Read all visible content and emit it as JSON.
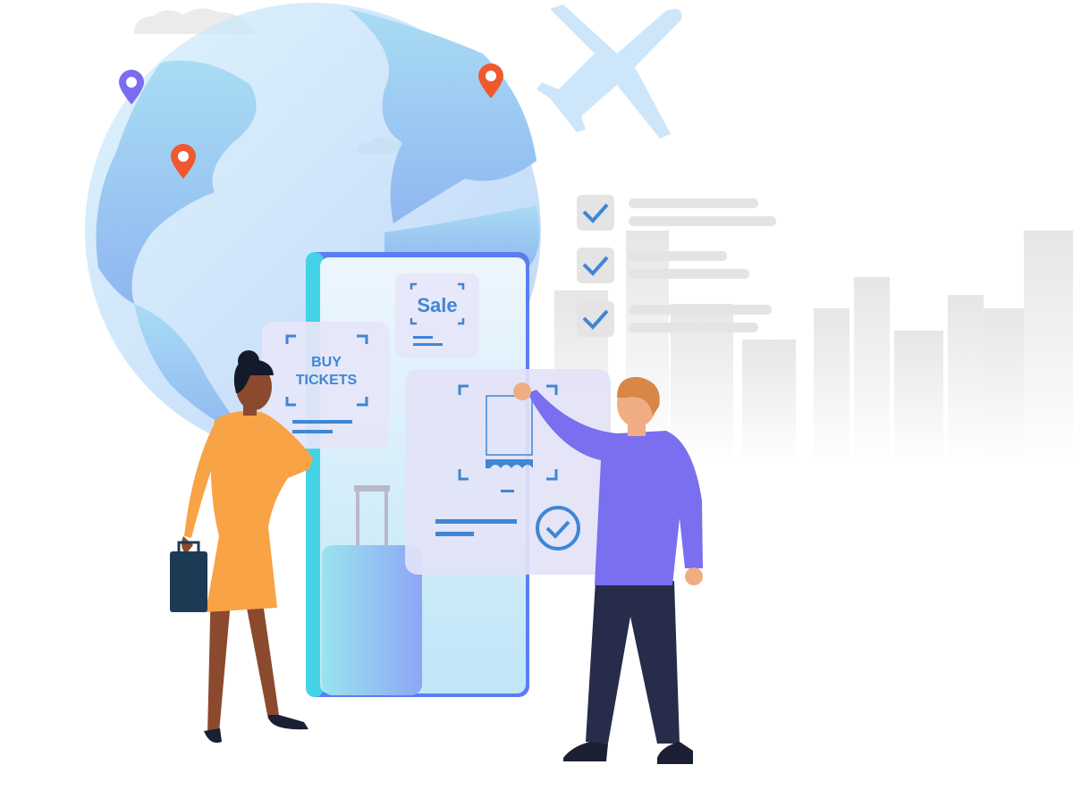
{
  "illustration": {
    "sale_card": {
      "label": "Sale"
    },
    "buy_card": {
      "line1": "BUY",
      "line2": "TICKETS"
    },
    "checklist": {
      "items_checked": [
        true,
        true,
        true
      ]
    },
    "colors": {
      "globe": "#b7dcf7",
      "phone_left_edge": "#43d2e6",
      "phone_right_edge": "#5b7df2",
      "card_text": "#3f86d6",
      "pin_orange": "#f0582f",
      "pin_purple": "#7b6cf0",
      "woman_dress": "#f8a345",
      "man_shirt": "#7a6fee",
      "man_pants": "#262c4a"
    }
  }
}
